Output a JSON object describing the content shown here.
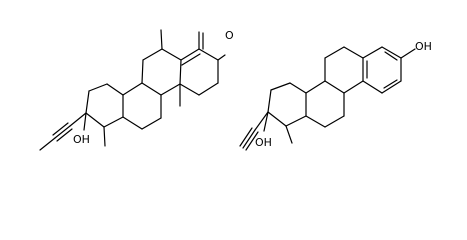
{
  "molecules": [
    {
      "atom_labels": {
        "carbonyl": "O",
        "hydroxyl": "OH"
      }
    },
    {
      "atom_labels": {
        "phenol": "OH",
        "hydroxyl": "OH"
      }
    }
  ]
}
